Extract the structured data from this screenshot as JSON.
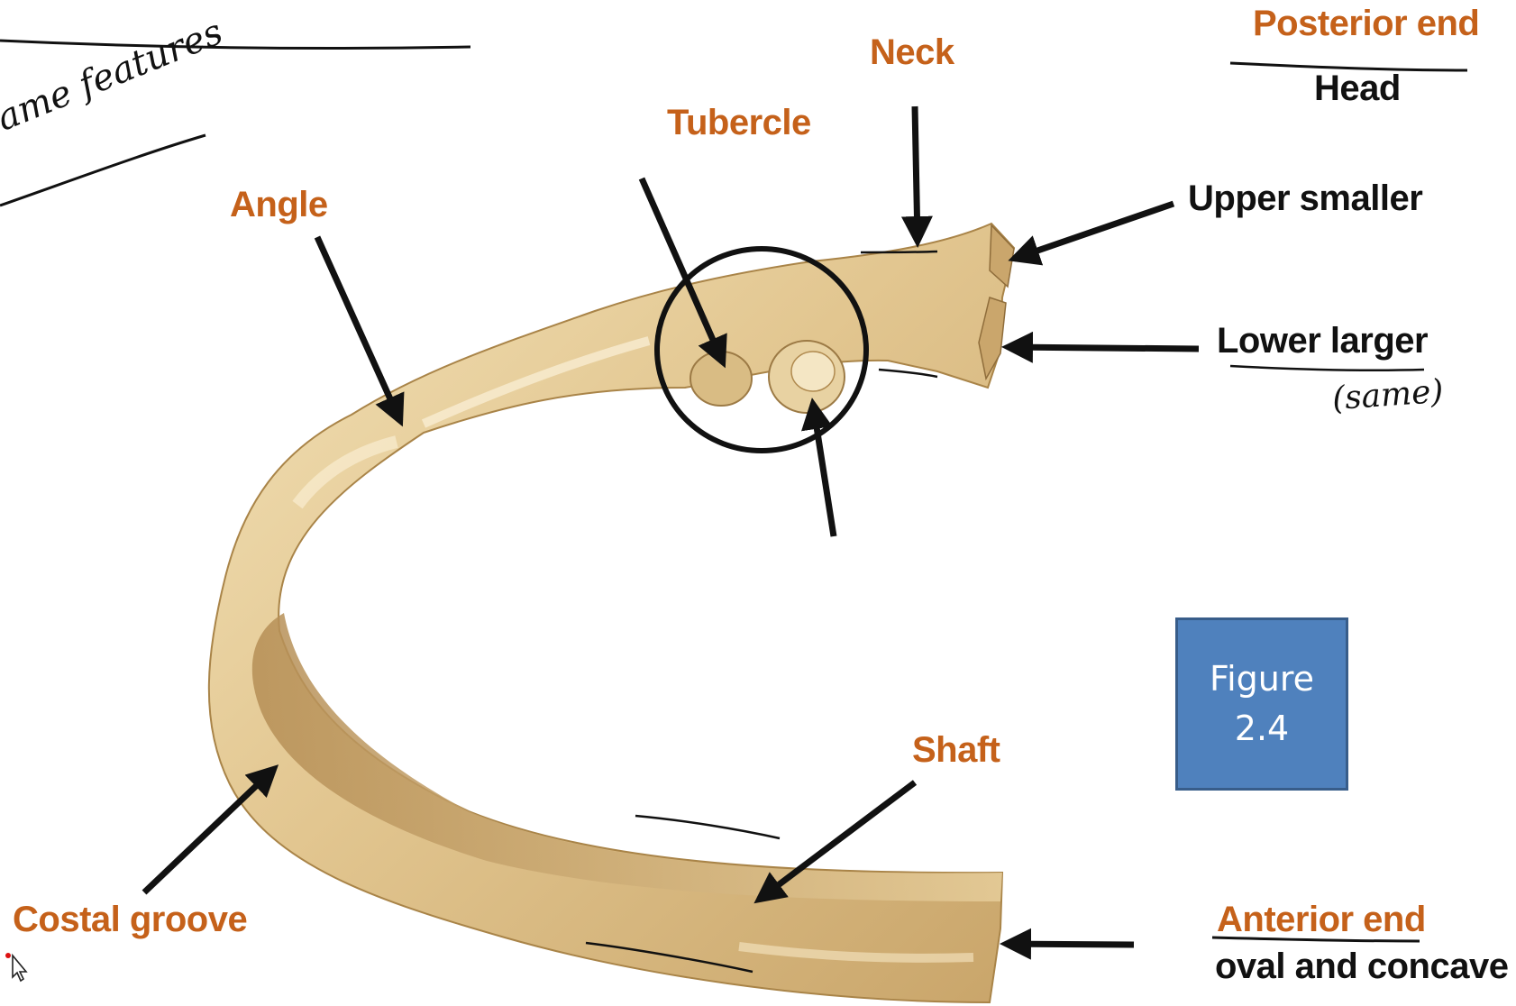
{
  "labels": {
    "posterior_end": "Posterior end",
    "head": "Head",
    "neck": "Neck",
    "tubercle": "Tubercle",
    "angle": "Angle",
    "upper_smaller": "Upper smaller",
    "lower_larger": "Lower larger",
    "same_note": "(same)",
    "shaft": "Shaft",
    "costal_groove": "Costal groove",
    "anterior_end": "Anterior end",
    "oval_and_concave": "oval and concave",
    "handwritten_features": "ame features"
  },
  "figure_box": {
    "line1": "Figure",
    "line2": "2.4"
  },
  "colors": {
    "label_orange": "#c5611a",
    "label_black": "#111111",
    "bone_light": "#f2dfb4",
    "bone_mid": "#d9bc84",
    "bone_dark": "#b08a4f",
    "figure_box_fill": "#4f81bd",
    "figure_box_border": "#385d8a"
  },
  "icons": {
    "cursor": "mouse-pointer-icon"
  }
}
